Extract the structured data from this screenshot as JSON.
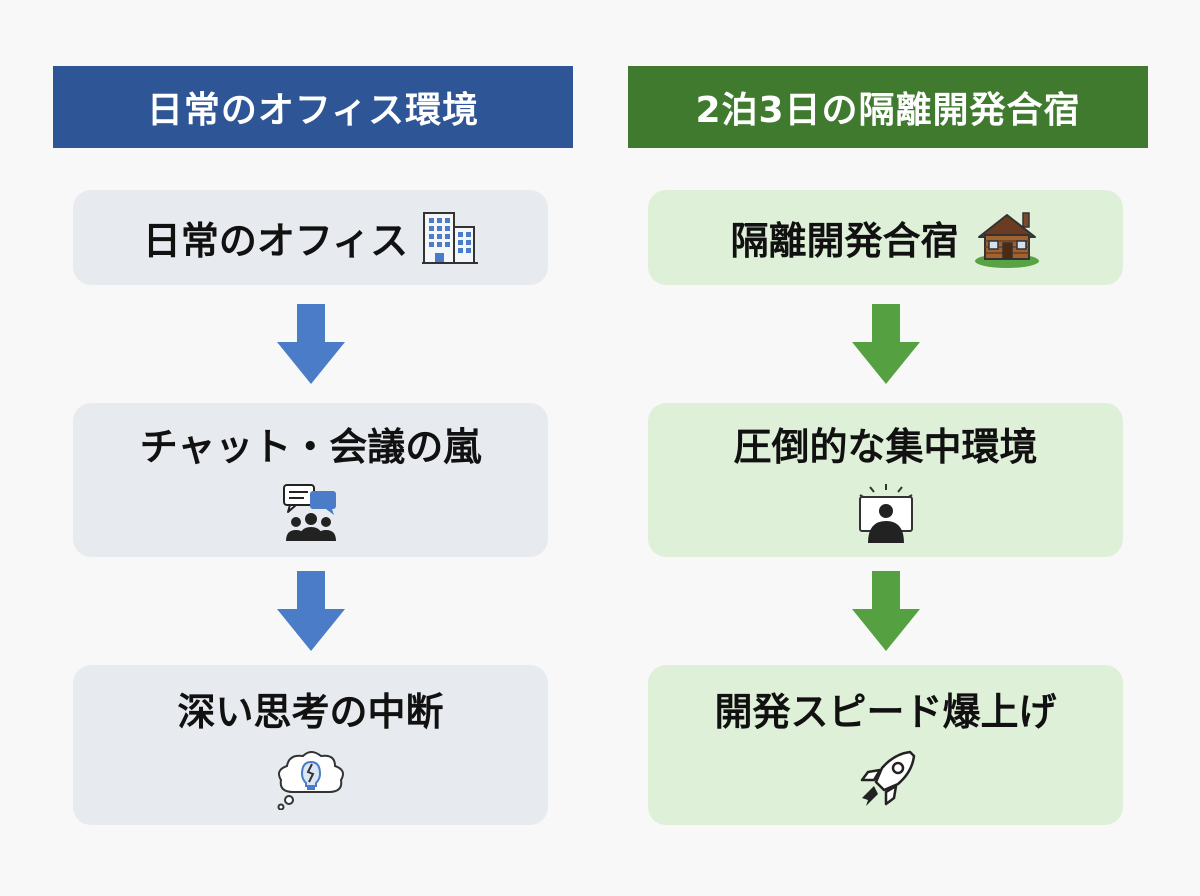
{
  "left": {
    "header": "日常のオフィス環境",
    "steps": [
      {
        "label": "日常のオフィス",
        "icon": "office-building-icon"
      },
      {
        "label": "チャット・会議の嵐",
        "icon": "chat-meeting-people-icon"
      },
      {
        "label": "深い思考の中断",
        "icon": "broken-lightbulb-thought-icon"
      }
    ],
    "color": "#2e5596",
    "arrow_color": "#4a7cc7",
    "box_color": "#e7eaee"
  },
  "right": {
    "header": "2泊3日の隔離開発合宿",
    "steps": [
      {
        "label": "隔離開発合宿",
        "icon": "cabin-icon"
      },
      {
        "label": "圧倒的な集中環境",
        "icon": "focused-person-at-monitor-icon"
      },
      {
        "label": "開発スピード爆上げ",
        "icon": "rocket-icon"
      }
    ],
    "color": "#3f7a2f",
    "arrow_color": "#55a040",
    "box_color": "#dff0d8"
  }
}
